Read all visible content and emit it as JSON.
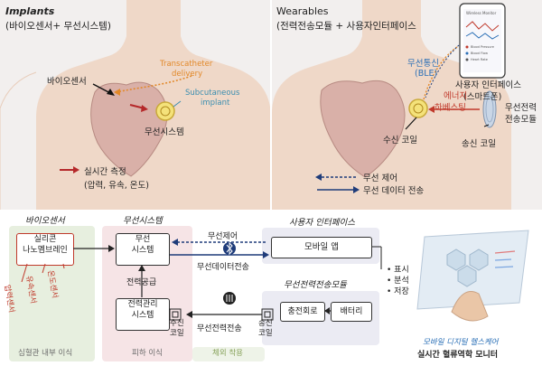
{
  "top_left": {
    "title": "Implants",
    "subtitle": "(바이오센서+ 무선시스템)",
    "biosensor_label": "바이오센서",
    "transcatheter_label_1": "Transcatheter",
    "transcatheter_label_2": "delivery",
    "subcutaneous_label_1": "Subcutaneous",
    "subcutaneous_label_2": "implant",
    "wireless_system_label": "무선시스템",
    "legend_title": "실시간 측정",
    "legend_detail": "(압력, 유속, 온도)",
    "colors": {
      "red_arrow": "#b5282a",
      "orange_dotted": "#e2892a",
      "teal_text": "#3b8eb0"
    }
  },
  "top_right": {
    "title": "Wearables",
    "subtitle": "(전력전송모듈 + 사용자인터페이스",
    "ble_label_1": "무선통신",
    "ble_label_2": "(BLE)",
    "ui_label_1": "사용자 인터페이스",
    "ui_label_2": "(스마트폰)",
    "harvest_label_1": "에너지",
    "harvest_label_2": "하베스팅",
    "power_module_label_1": "무선전력",
    "power_module_label_2": "전송모듈",
    "rx_coil_label": "수신 코일",
    "tx_coil_label": "송신 코일",
    "legend_control": "무선 제어",
    "legend_data": "무선 데이터 전송",
    "phone_header": "Wireless Monitor",
    "phone_items": [
      "Blood Pressure",
      "Blood Flow",
      "Heart Rate"
    ],
    "colors": {
      "blue_text": "#2a6fb6",
      "red_text": "#c0392b"
    }
  },
  "bottom": {
    "zones": {
      "biosensor_title": "바이오센서",
      "wireless_title": "무선시스템",
      "ui_title": "사용자 인터페이스",
      "power_title": "무선전력전송모듈",
      "biosensor_foot": "심혈관 내부 이식",
      "wireless_foot": "피하 이식",
      "wearable_foot": "체외 착용"
    },
    "silicone_box": [
      "실리콘",
      "나노멤브레인"
    ],
    "sensor_words": [
      "압력센서",
      "유속센서",
      "온도센서"
    ],
    "wireless_box": [
      "무선",
      "시스템"
    ],
    "power_mgmt_box": [
      "전력관리",
      "시스템"
    ],
    "power_supply_label": "전력공급",
    "rx_coil_label": [
      "수신",
      "코일"
    ],
    "wireless_control_label": "무선제어",
    "wireless_data_label": "무선데이터전송",
    "mobile_app_box": "모바일 앱",
    "bullets": [
      "표시",
      "분석",
      "저장"
    ],
    "charging_box": "충전회로",
    "battery_box": "배터리",
    "tx_coil_label": [
      "송신",
      "코일"
    ],
    "wireless_power_label": "무선전력전송",
    "monitor_caption_1": "모바일 디지털 헬스케어",
    "monitor_caption_2": "실시간 혈류역학 모니터",
    "colors": {
      "biosensor_zone": "#e7efdf",
      "wireless_zone": "#f6e4e6",
      "ui_zone": "#ebebf3",
      "power_zone": "#ebebf3",
      "blue_dark": "#1f3c7a"
    }
  }
}
